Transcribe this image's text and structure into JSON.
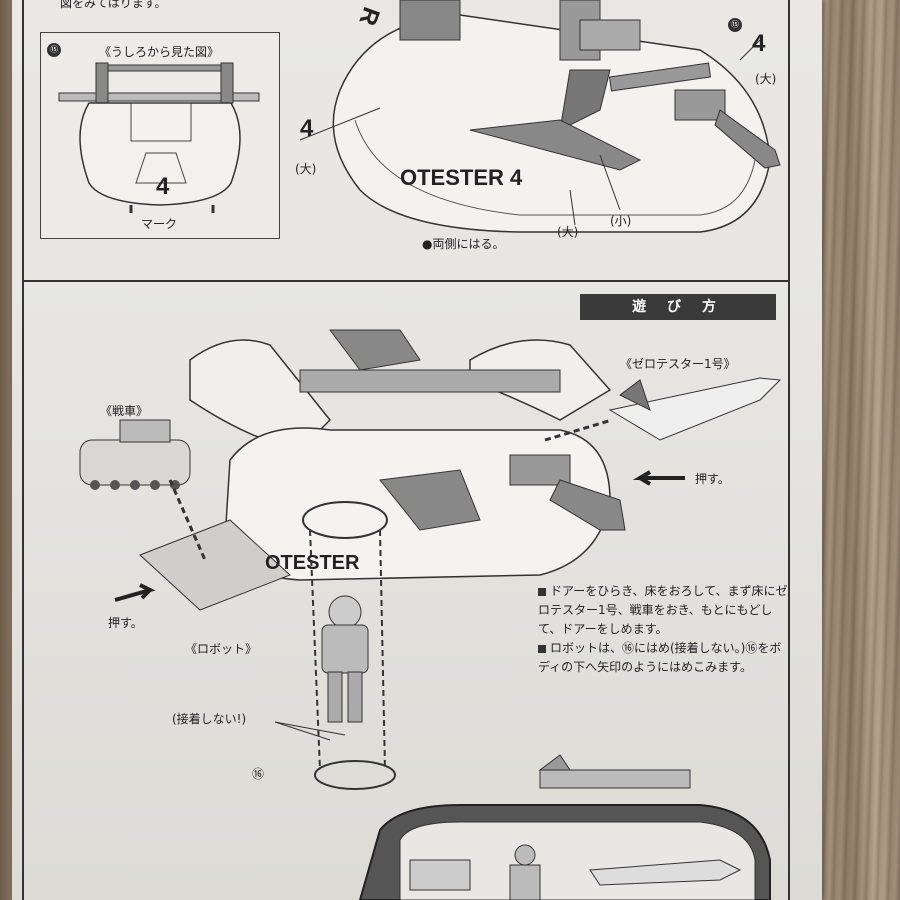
{
  "top_note": "図をみてはります。",
  "inset": {
    "step_number": "⑮",
    "title": "《うしろから見た図》",
    "number": "4",
    "mark_label": "マーク"
  },
  "upper": {
    "step_number": "⑮",
    "number_right": "4",
    "label_large_right": "(大)",
    "number_left": "4",
    "label_large_left": "(大)",
    "letter_r": "R",
    "hull_text": "OTESTER 4",
    "label_large_bottom": "(大)",
    "label_small": "(小)",
    "both_sides": "●両側にはる。"
  },
  "section": {
    "header": "遊 び 方"
  },
  "lower": {
    "label_tester": "《ゼロテスター1号》",
    "label_tank": "《戦車》",
    "label_push_right": "押す。",
    "label_push_left": "押す。",
    "label_robot": "《ロボット》",
    "label_no_glue": "(接着しない!)",
    "label_16": "⑯",
    "hull_text": "OTESTER",
    "instructions": [
      "ドアーをひらき、床をおろして、まず床にゼロテスター1号、戦車をおき、もとにもどして、ドアーをしめます。",
      "ロボットは、⑯にはめ(接着しない。)⑯をボディの下へ矢印のようにはめこみます。"
    ]
  }
}
